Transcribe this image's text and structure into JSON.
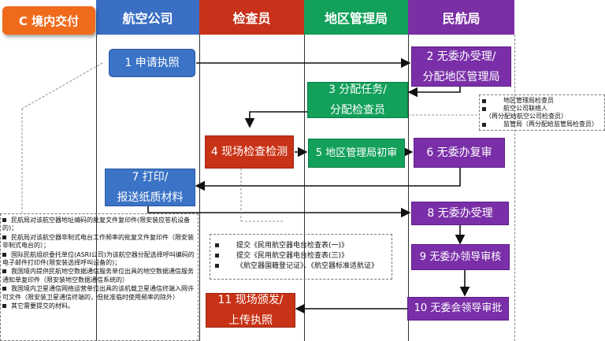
{
  "badge": {
    "label": "C 境内交付"
  },
  "lanes": [
    {
      "label": "航空公司",
      "color": "#3b6fc4"
    },
    {
      "label": "检查员",
      "color": "#c8321a"
    },
    {
      "label": "地区管理局",
      "color": "#12a05a"
    },
    {
      "label": "民航局",
      "color": "#7b2fa5"
    }
  ],
  "steps": {
    "s1": "1 申请执照",
    "s2": "2 无委办受理/\n分配地区管理局",
    "s3": "3 分配任务/\n分配检查员",
    "s4": "4 现场检查检测",
    "s5": "5 地区管理局初审",
    "s6": "6 无委办复审",
    "s7": "7 打印/\n报送纸质材料",
    "s8": "8 无委办受理",
    "s9": "9 无委办领导审核",
    "s10": "10 无委会领导审批",
    "s11": "11 现场颁发/\n上传执照"
  },
  "inspector_note": [
    "地区管理局检查员",
    "航空公司联络人",
    "（再分配给航空公司检查员）",
    "监管局（再分配给监管局检查员）"
  ],
  "submit_note": [
    "提交《民用航空器电台检查表(一)》",
    "提交《民用航空器电台检查表(三)》",
    "《航空器国籍登记证》、《航空器标准适航证》"
  ],
  "materials_note": [
    "民航局对该航空器地址编码的批复文件复印件(限安装应答机设备的)；",
    "民航局对该航空器非制式电台工作频率的批复文件复印件（限安装非制式电台的）；",
    "国际民航组织委托单位(ASRI公司)为该航空器分配选择呼叫编码的电子邮件打印件(限安装选择呼叫设备的)；",
    "我国境内提供民航地空数据通信服务单位出具的地空数据通信服务通知单复印件（限安装地空数据通信系统的）",
    "我国境内卫星通信网络运营单位出具的该机载卫星通信终端入网许可文件（限安装卫星通信终端的，但批准临时使用频率的除外）",
    "其它需要提交的材料。"
  ]
}
